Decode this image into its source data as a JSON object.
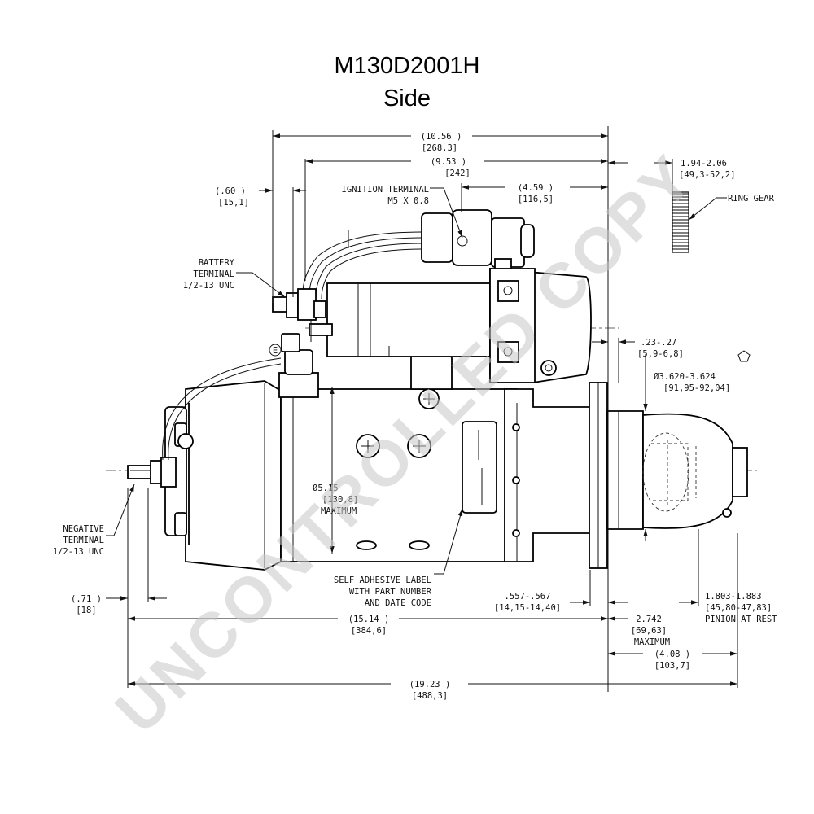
{
  "title": {
    "model": "M130D2001H",
    "view": "Side"
  },
  "watermark": "UNCONTROLLED COPY",
  "dimensions": {
    "overall_top": [
      "(10.56   )",
      "[268,3]"
    ],
    "to_flange": [
      "(9.53  )",
      "[242]"
    ],
    "ignition_offset": [
      "(4.59   )",
      "[116,5]"
    ],
    "battery_offset": [
      "(.60   )",
      "[15,1]"
    ],
    "ring_gear_gap": [
      "1.94-2.06",
      "[49,3-52,2]"
    ],
    "flange_thickness": [
      ".23-.27",
      "[5,9-6,8]"
    ],
    "pilot_diameter": [
      "Ø3.620-3.624",
      "[91,95-92,04]"
    ],
    "body_diameter": [
      "Ø5.15",
      "[130,8]",
      "MAXIMUM"
    ],
    "negative_offset": [
      "(.71  )",
      "[18]"
    ],
    "nose_length": [
      ".557-.567",
      "[14,15-14,40]"
    ],
    "pinion_rest": [
      "1.803-1.883",
      "[45,80-47,83]",
      "PINION AT REST"
    ],
    "main_length": [
      "(15.14   )",
      "[384,6]"
    ],
    "pinion_travel": [
      "2.742",
      "[69,63]",
      "MAXIMUM"
    ],
    "nose_overall": [
      "(4.08   )",
      "[103,7]"
    ],
    "overall_length": [
      "(19.23   )",
      "[488,3]"
    ]
  },
  "callouts": {
    "ignition": [
      "IGNITION TERMINAL",
      "M5 X 0.8"
    ],
    "battery": [
      "BATTERY",
      "TERMINAL",
      "1/2-13 UNC"
    ],
    "ring_gear": "RING GEAR",
    "negative": [
      "NEGATIVE",
      "TERMINAL",
      "1/2-13 UNC"
    ],
    "label": [
      "SELF ADHESIVE LABEL",
      "WITH PART NUMBER",
      "AND DATE CODE"
    ],
    "ground_mark": "E"
  }
}
